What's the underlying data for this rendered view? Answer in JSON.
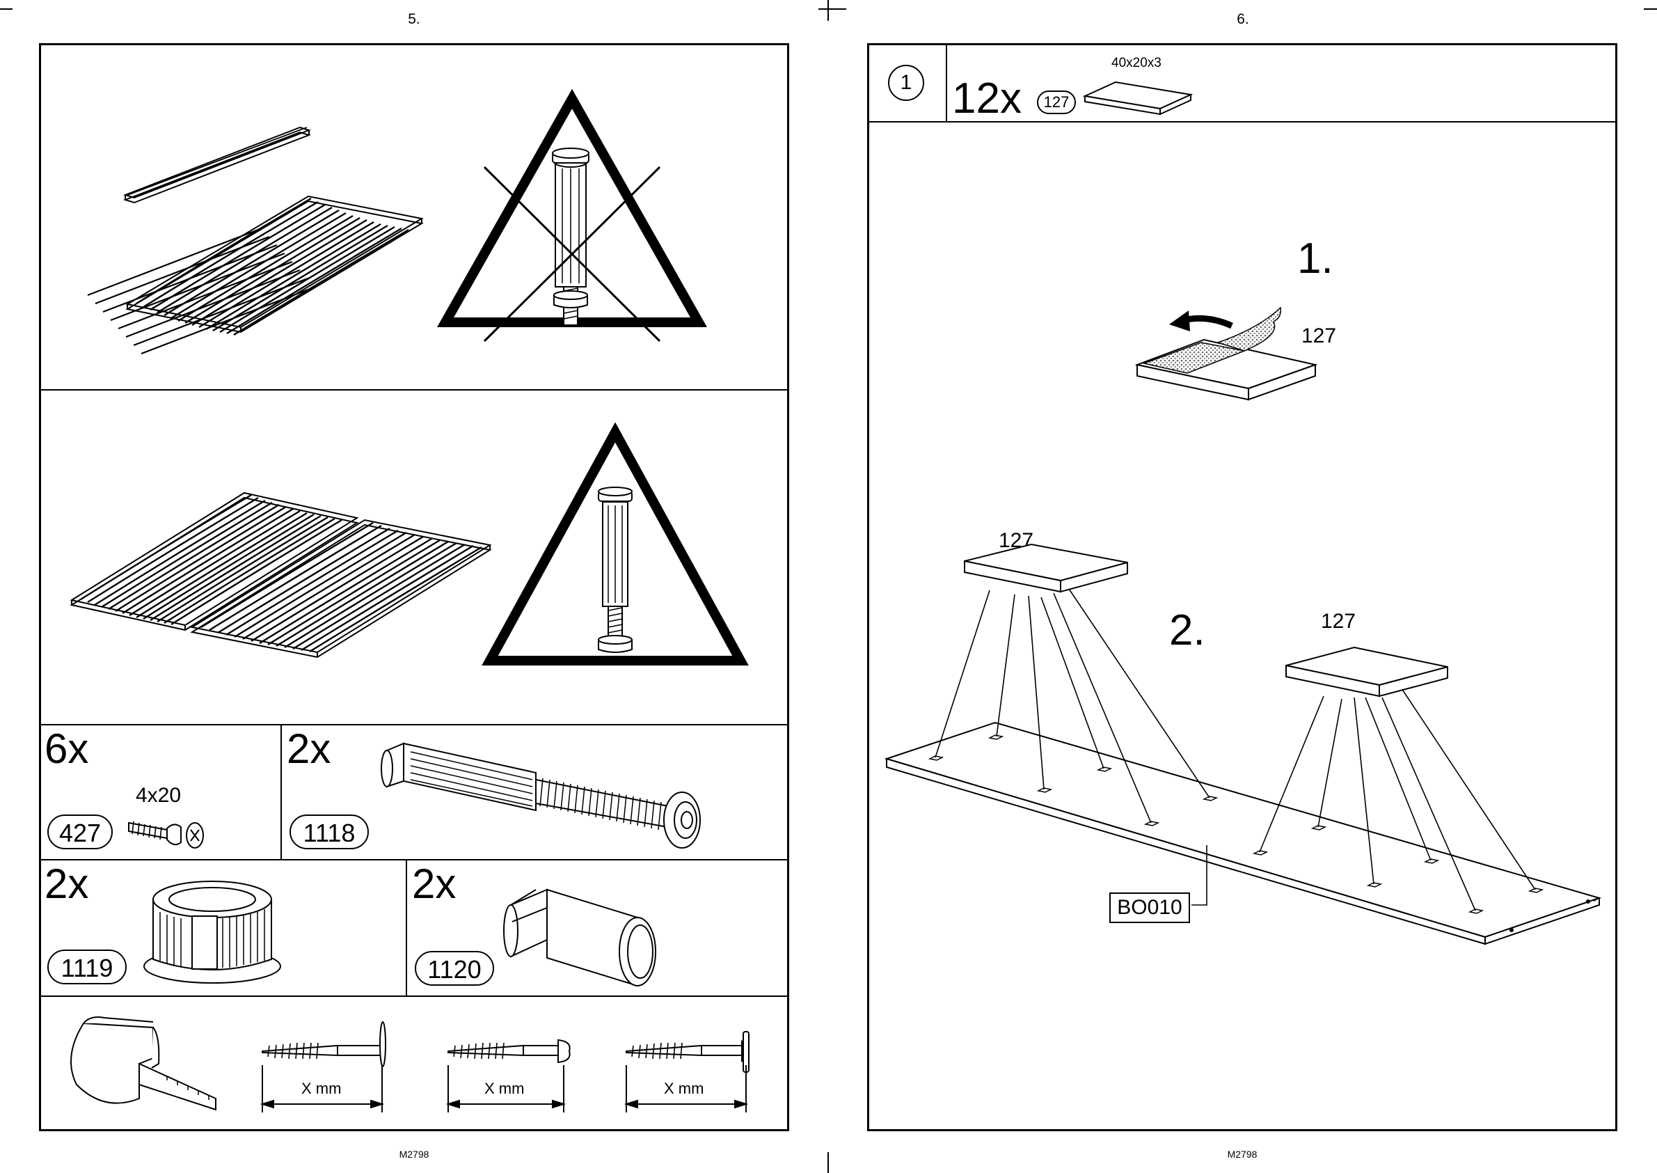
{
  "left_page": {
    "page_number": "5.",
    "document_code": "M2798",
    "parts": [
      {
        "qty": "6x",
        "part_no": "427",
        "size": "4x20"
      },
      {
        "qty": "2x",
        "part_no": "1118"
      },
      {
        "qty": "2x",
        "part_no": "1119"
      },
      {
        "qty": "2x",
        "part_no": "1120"
      }
    ],
    "measure_labels": [
      "X mm",
      "X mm",
      "X mm"
    ]
  },
  "right_page": {
    "page_number": "6.",
    "document_code": "M2798",
    "step_number": "1",
    "header_qty": "12x",
    "header_part_no": "127",
    "header_size": "40x20x3",
    "substep_1": "1.",
    "substep_2": "2.",
    "pad_label": "127",
    "pad_label_left": "127",
    "pad_label_right": "127",
    "board_label": "BO010"
  }
}
